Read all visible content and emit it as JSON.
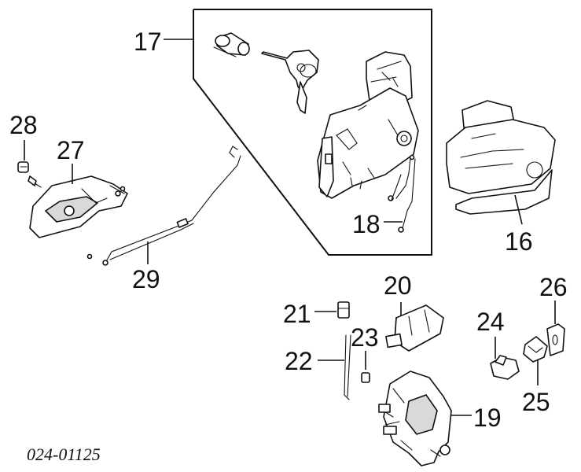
{
  "diagram": {
    "callouts": {
      "c16": "16",
      "c17": "17",
      "c18": "18",
      "c19": "19",
      "c20": "20",
      "c21": "21",
      "c22": "22",
      "c23": "23",
      "c24": "24",
      "c25": "25",
      "c26": "26",
      "c27": "27",
      "c28": "28",
      "c29": "29"
    },
    "part_number": "024-01125"
  }
}
